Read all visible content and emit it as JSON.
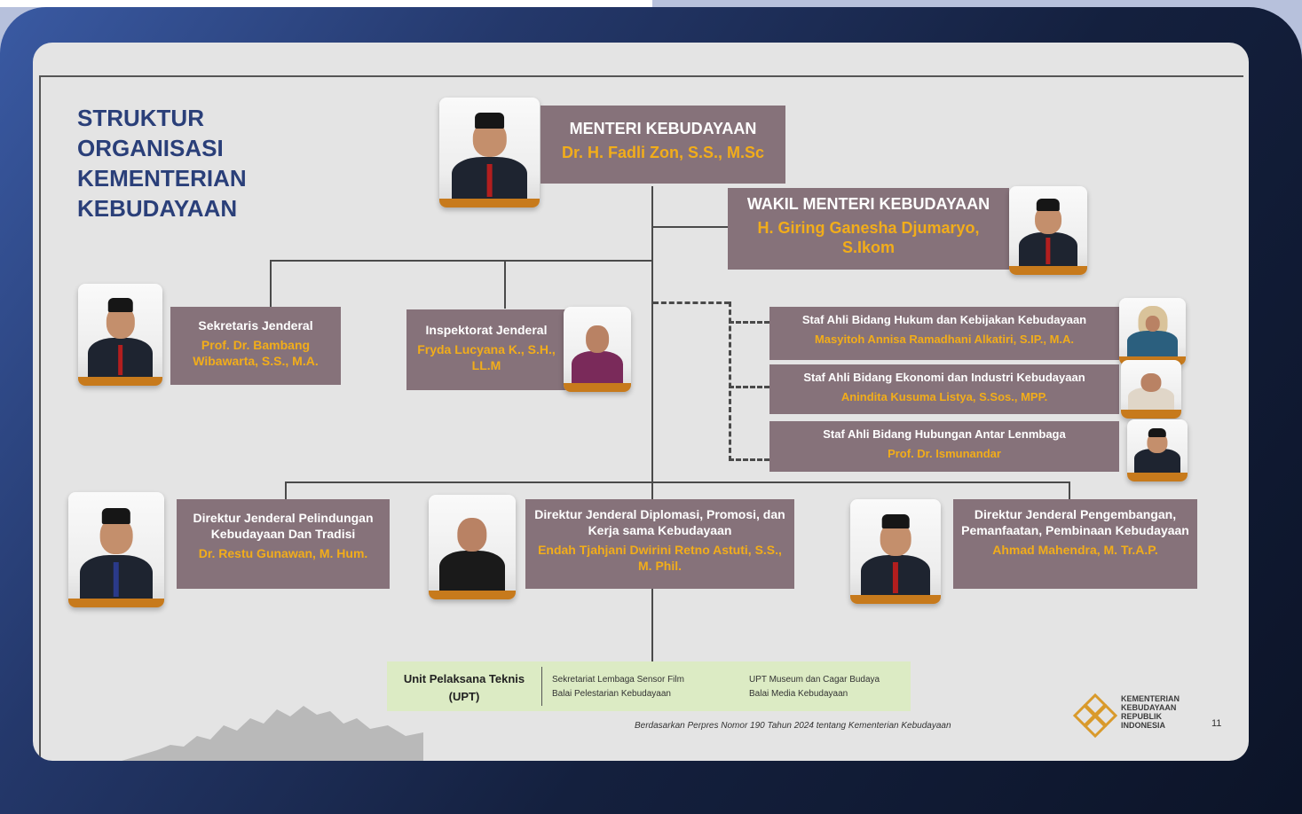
{
  "title": [
    "STRUKTUR",
    "ORGANISASI",
    "KEMENTERIAN",
    "KEBUDAYAAN"
  ],
  "menteri": {
    "role": "MENTERI KEBUDAYAAN",
    "name": "Dr. H. Fadli Zon, S.S., M.Sc"
  },
  "wakil": {
    "role": "WAKIL MENTERI KEBUDAYAAN",
    "name": "H. Giring Ganesha Djumaryo, S.Ikom"
  },
  "sekjen": {
    "role": "Sekretaris Jenderal",
    "name": "Prof. Dr. Bambang Wibawarta, S.S., M.A."
  },
  "irjen": {
    "role": "Inspektorat Jenderal",
    "name": "Fryda Lucyana K., S.H., LL.M"
  },
  "staf_ahli": [
    {
      "role": "Staf Ahli Bidang Hukum dan Kebijakan Kebudayaan",
      "name": "Masyitoh Annisa Ramadhani Alkatiri, S.IP., M.A."
    },
    {
      "role": "Staf Ahli Bidang Ekonomi dan Industri Kebudayaan",
      "name": "Anindita Kusuma Listya, S.Sos., MPP."
    },
    {
      "role": "Staf Ahli Bidang Hubungan Antar Lenmbaga",
      "name": "Prof. Dr. Ismunandar"
    }
  ],
  "dirjen": [
    {
      "role": "Direktur Jenderal Pelindungan Kebudayaan Dan Tradisi",
      "name": "Dr. Restu Gunawan, M. Hum."
    },
    {
      "role": "Direktur Jenderal  Diplomasi, Promosi, dan Kerja sama Kebudayaan",
      "name": "Endah Tjahjani Dwirini Retno Astuti, S.S., M. Phil."
    },
    {
      "role": "Direktur Jenderal  Pengembangan, Pemanfaatan, Pembinaan Kebudayaan",
      "name": "Ahmad Mahendra, M. Tr.A.P."
    }
  ],
  "upt": {
    "label": "Unit Pelaksana Teknis (UPT)",
    "items": [
      "Sekretariat Lembaga Sensor Film",
      "Balai Pelestarian Kebudayaan",
      "UPT Museum dan Cagar Budaya",
      "Balai Media Kebudayaan"
    ]
  },
  "footnote": "Berdasarkan Perpres Nomor 190 Tahun 2024 tentang Kementerian Kebudayaan",
  "page_number": "11",
  "logo_text": [
    "KEMENTERIAN",
    "KEBUDAYAAN",
    "REPUBLIK",
    "INDONESIA"
  ],
  "colors": {
    "box": "#86727a",
    "name_text": "#f2ad1a",
    "title": "#2a3f79",
    "upt_bg": "#dcebc4",
    "frame": "#14203e"
  }
}
